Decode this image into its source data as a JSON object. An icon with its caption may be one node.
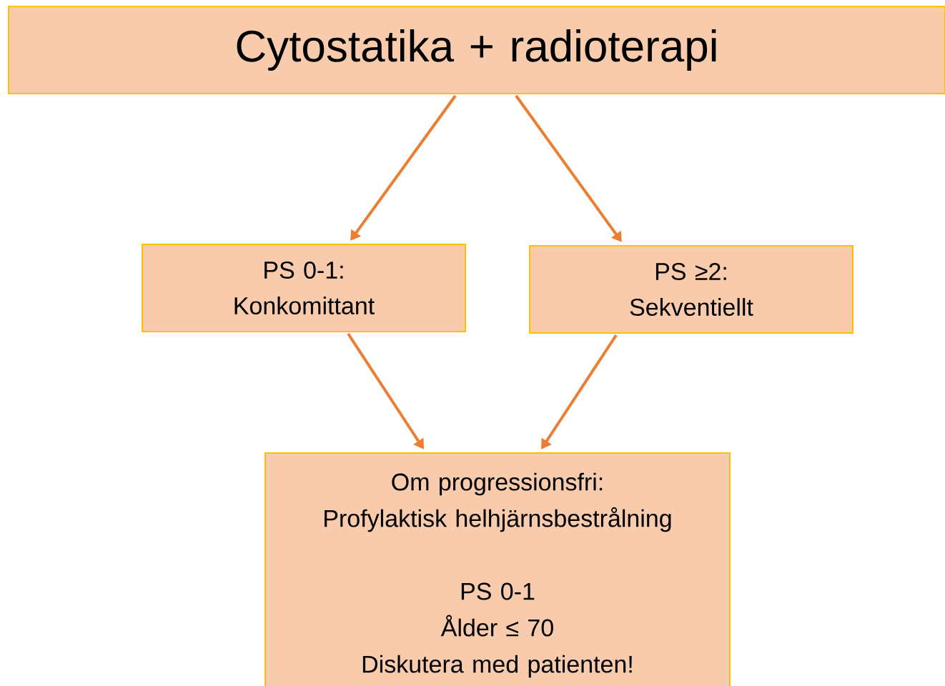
{
  "diagram": {
    "nodes": [
      {
        "text": [
          "Cytostatika + radioterapi"
        ]
      },
      {
        "text": [
          "PS 0-1:",
          "Konkomittant"
        ]
      },
      {
        "text": [
          "PS ≥2:",
          "Sekventiellt"
        ]
      },
      {
        "text": [
          "Om progressionsfri:",
          "Profylaktisk helhjärnsbestrålning",
          "PS 0-1",
          "Ålder ≤ 70",
          "Diskutera med patienten!"
        ]
      }
    ],
    "edges": [
      {
        "from": 0,
        "to": 1,
        "arrow": "to"
      },
      {
        "from": 0,
        "to": 2,
        "arrow": "to"
      },
      {
        "from": 1,
        "to": 3,
        "arrow": "to"
      },
      {
        "from": 2,
        "to": 3,
        "arrow": "to"
      }
    ]
  }
}
